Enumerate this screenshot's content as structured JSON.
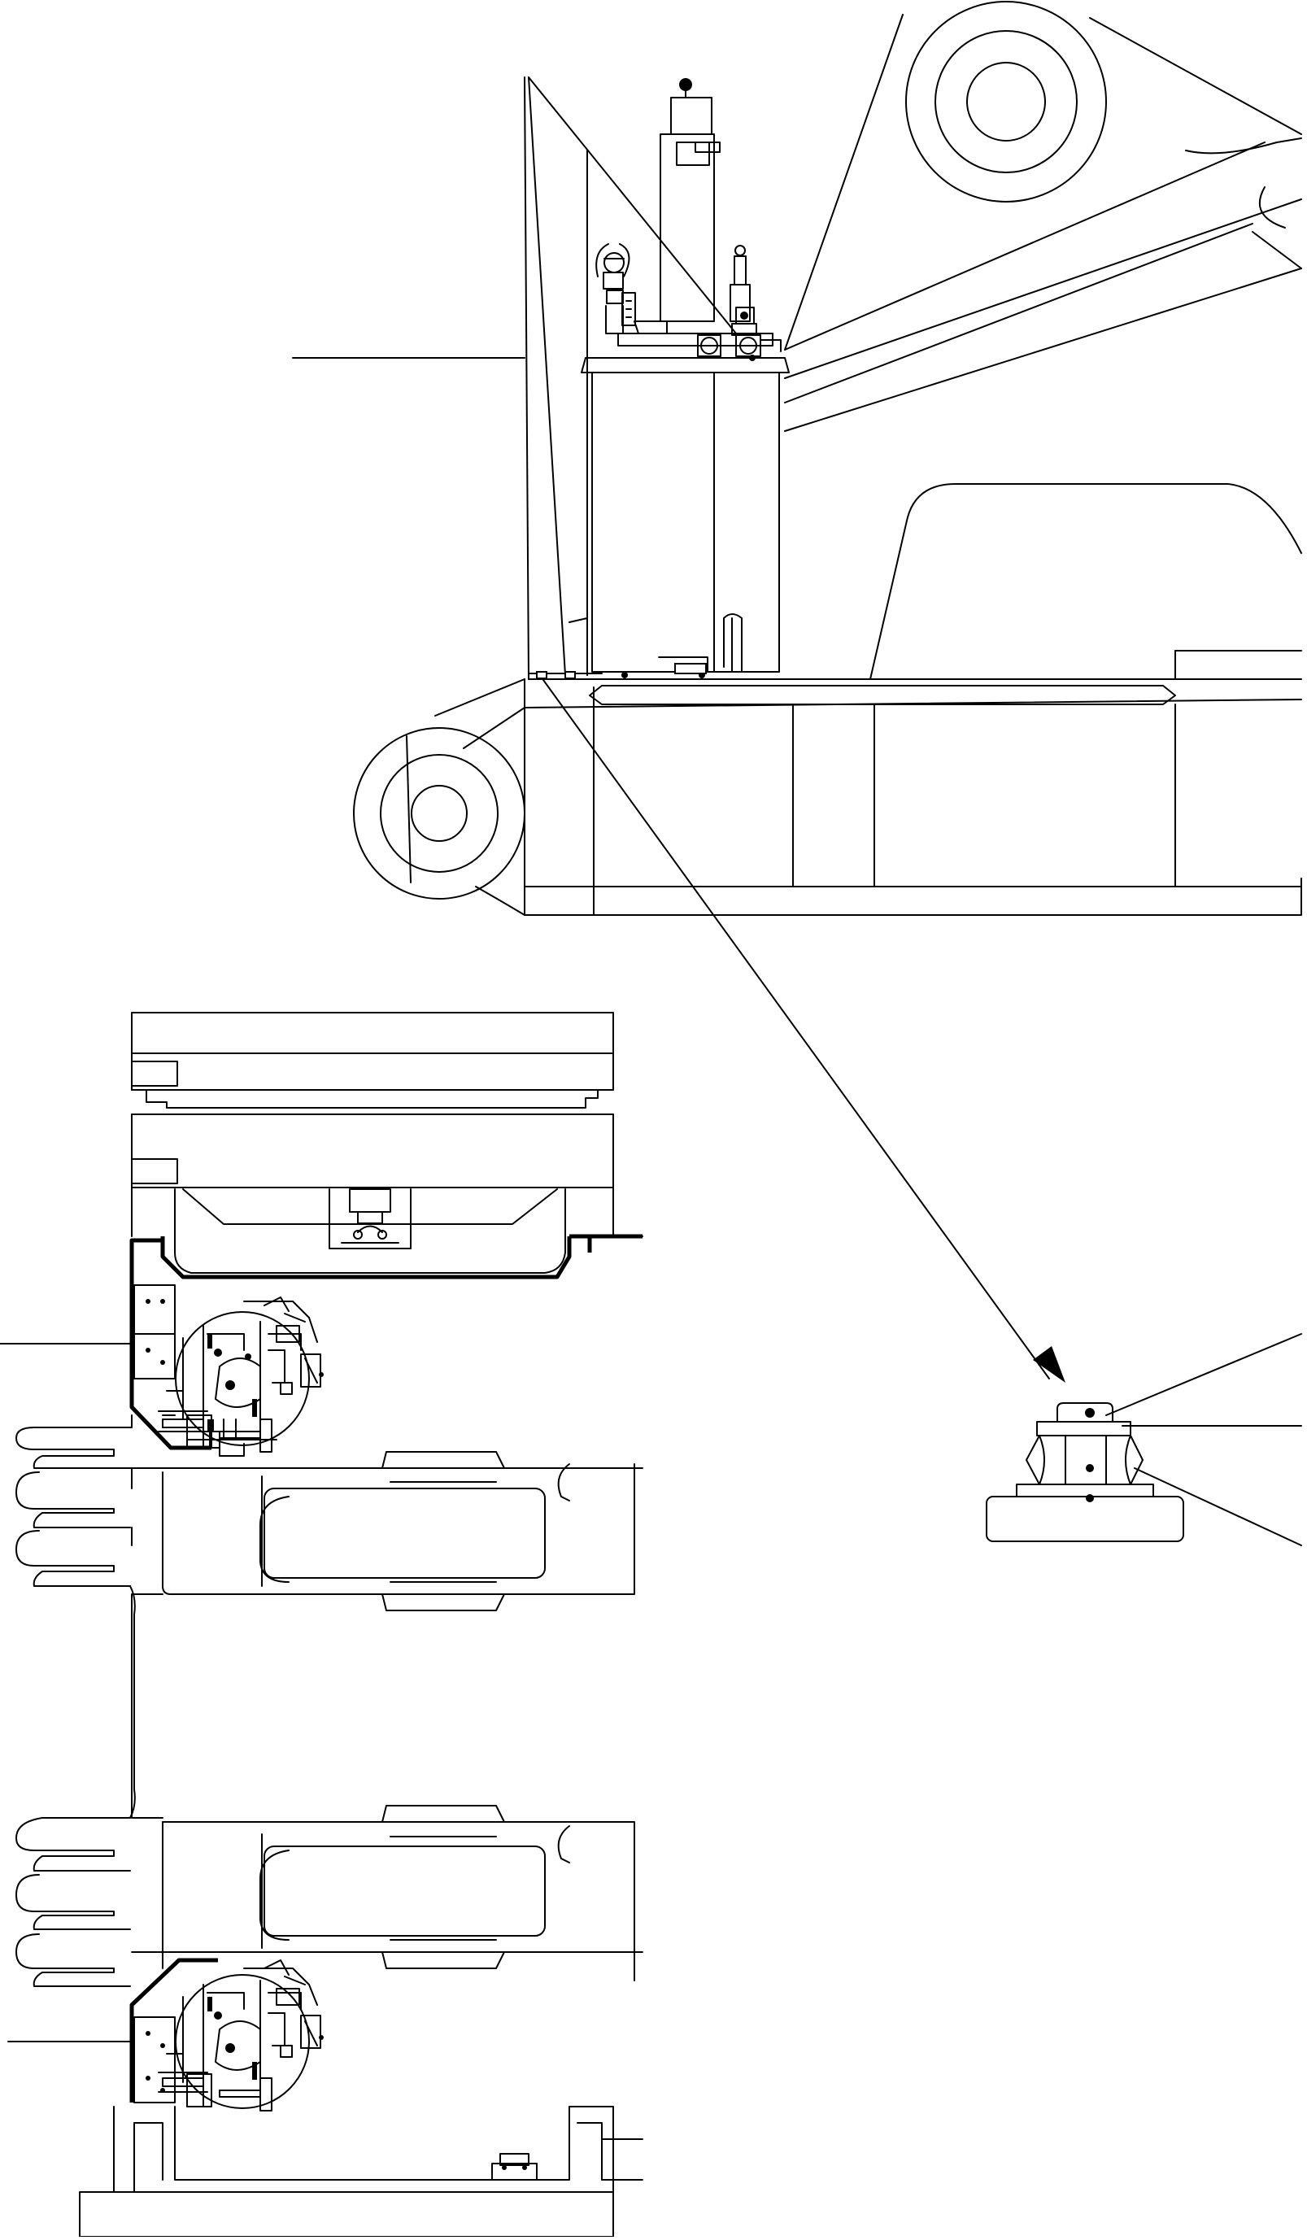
{
  "drawing": {
    "background": "#ffffff",
    "ink": "#000000",
    "views": [
      "side-elevation",
      "plan-view",
      "bolt-detail"
    ],
    "callout_count": 6
  }
}
